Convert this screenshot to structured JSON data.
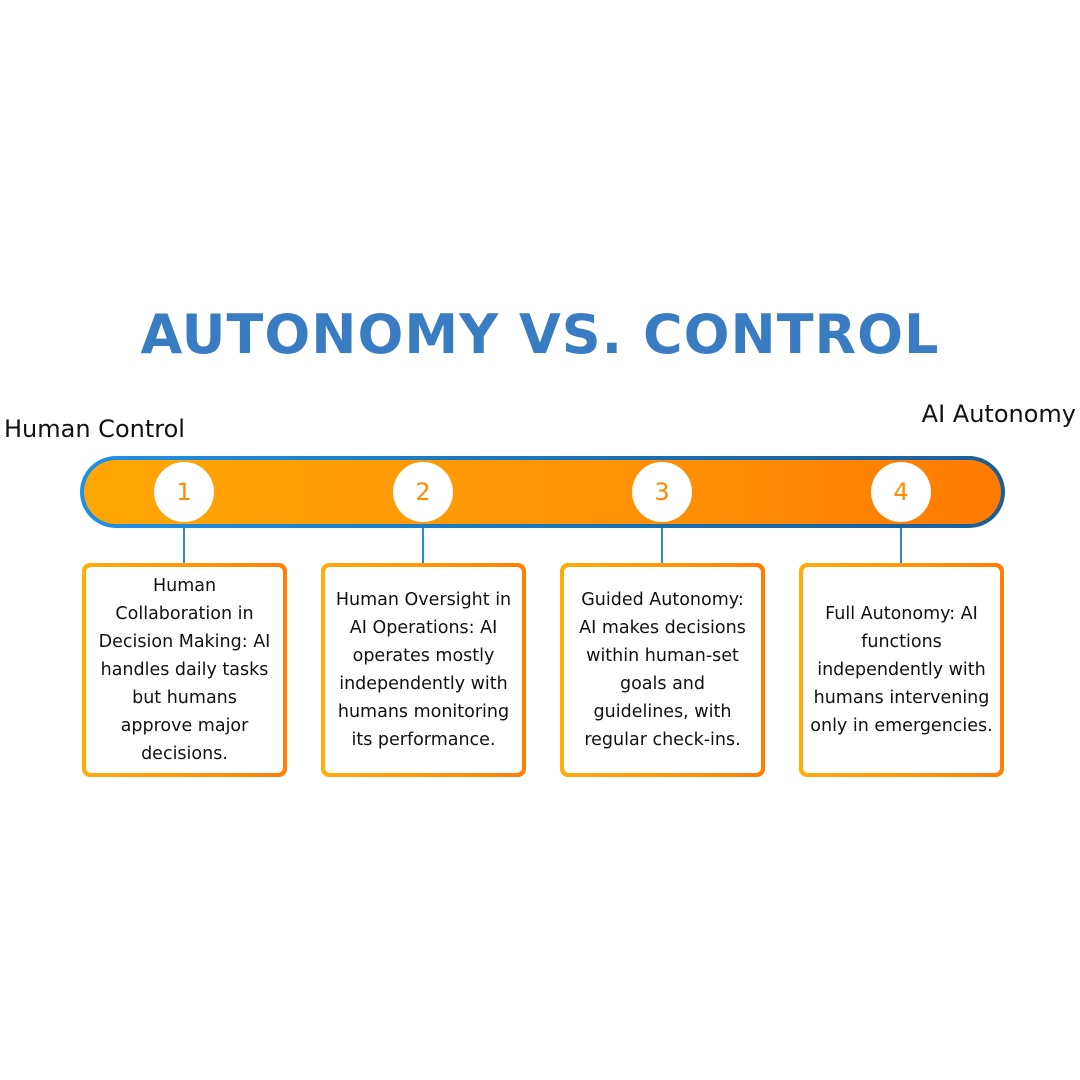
{
  "title": "AUTONOMY VS. CONTROL",
  "spectrum": {
    "left_label": "Human Control",
    "right_label": "AI Autonomy"
  },
  "colors": {
    "title": "#3a7cc1",
    "bar_start": "#ffa705",
    "bar_end": "#ff7a00",
    "bar_border_start": "#1e90e6",
    "bar_border_end": "#1a5f97",
    "circle_number": "#ff8c00",
    "connector": "#2a88d6",
    "box_border_start": "#ffad0a",
    "box_border_end": "#ff7d05"
  },
  "steps": [
    {
      "number": "1",
      "text": "Human Collaboration in Decision Making: AI handles daily tasks but humans approve major decisions."
    },
    {
      "number": "2",
      "text": "Human Oversight in AI Operations: AI operates mostly independently with humans monitoring its performance."
    },
    {
      "number": "3",
      "text": "Guided Autonomy: AI makes decisions within human-set goals and guidelines, with regular check-ins."
    },
    {
      "number": "4",
      "text": "Full Autonomy: AI functions independently with humans intervening only in emergencies."
    }
  ]
}
